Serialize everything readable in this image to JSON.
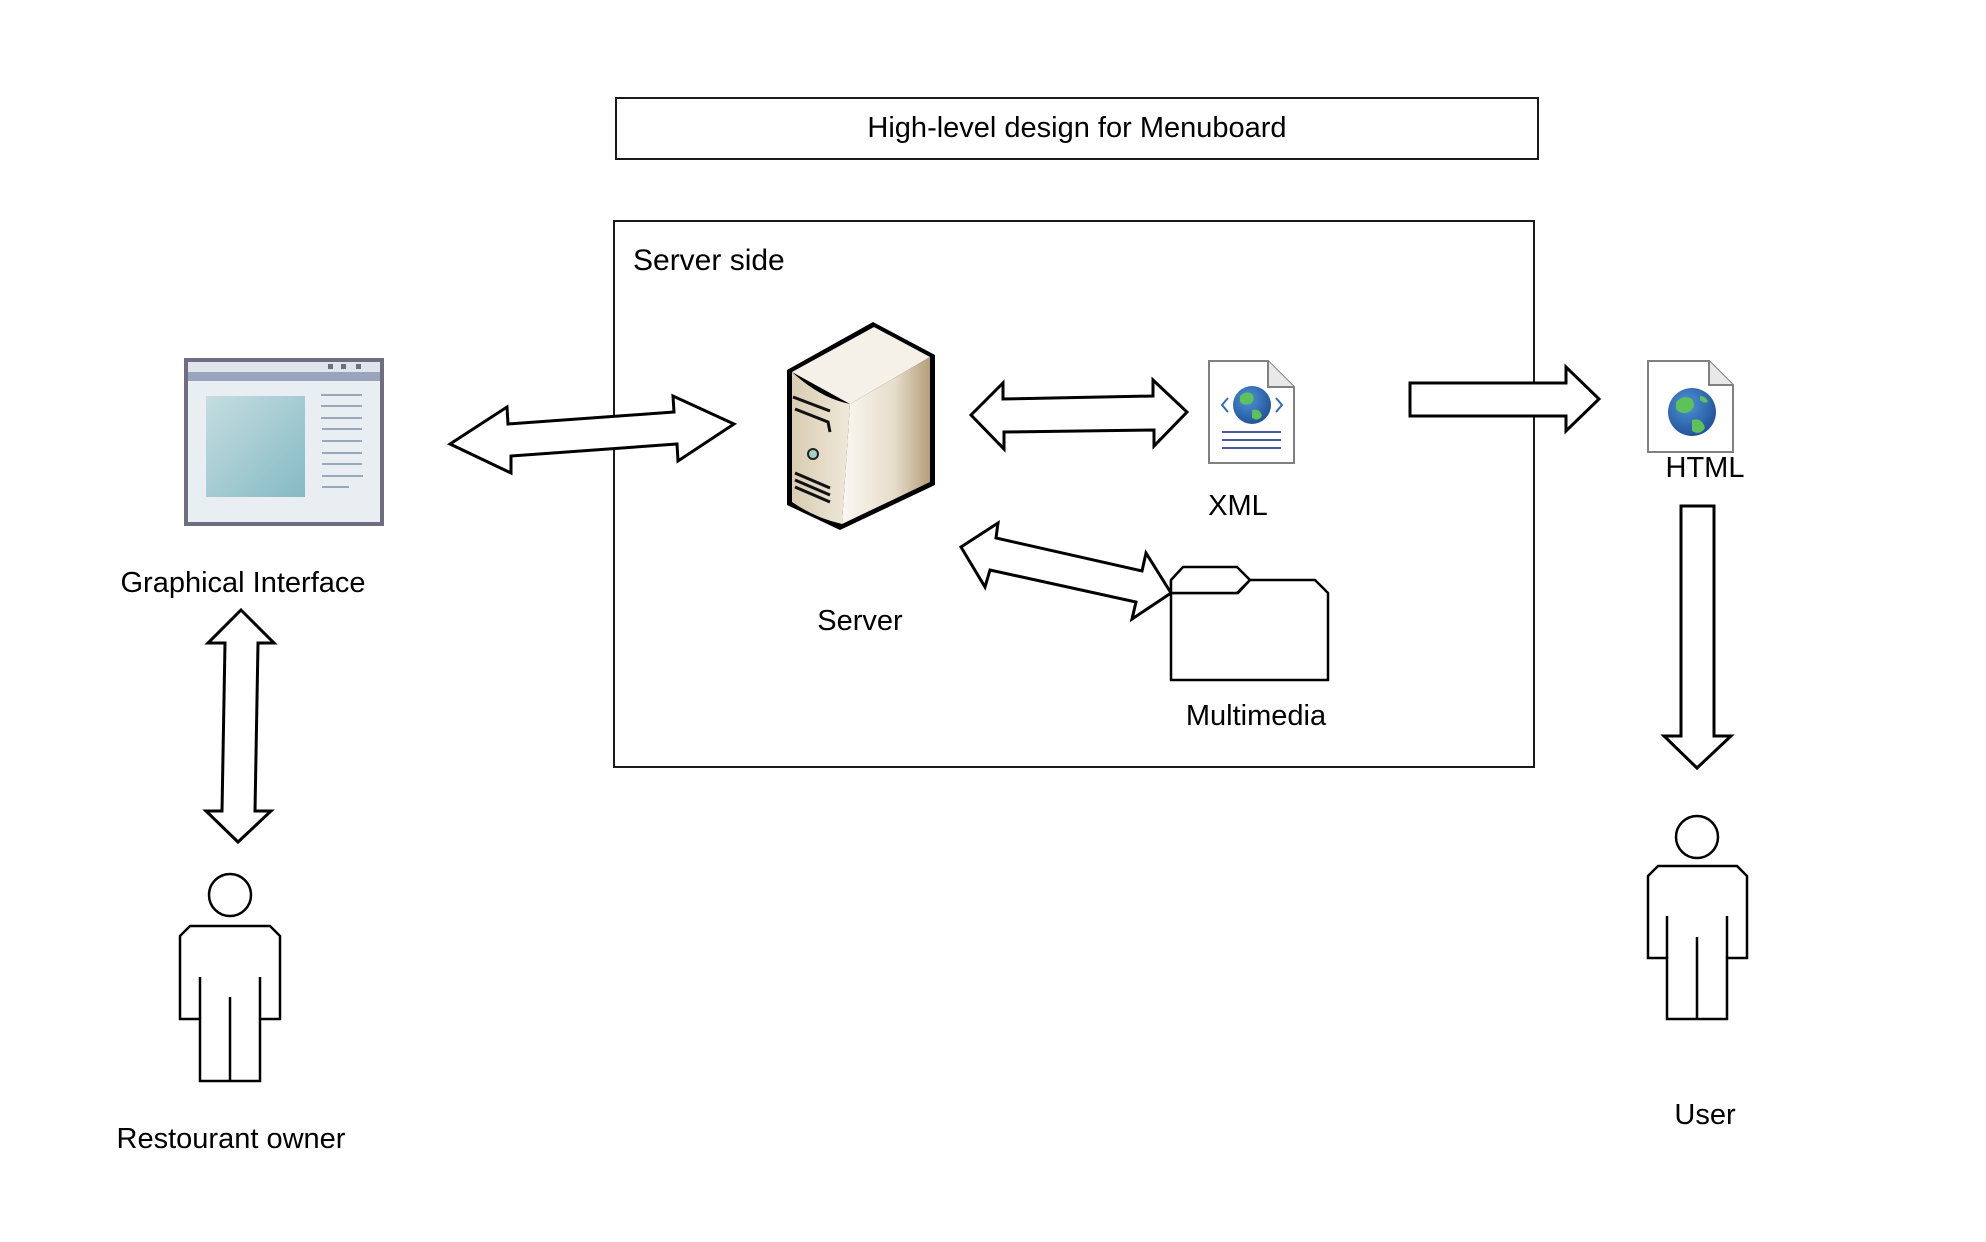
{
  "title": "High-level design for Menuboard",
  "server_side": {
    "label": "Server side",
    "components": {
      "server": "Server",
      "xml": "XML",
      "multimedia": "Multimedia"
    }
  },
  "outside": {
    "graphical_interface": "Graphical Interface",
    "html": "HTML",
    "restaurant_owner": "Restourant owner",
    "user": "User"
  },
  "icons": {
    "window": "window-icon",
    "server": "server-tower-icon",
    "xml_doc": "xml-document-icon",
    "html_doc": "html-document-icon",
    "folder": "folder-icon",
    "person": "person-icon"
  },
  "connections": [
    {
      "from": "Graphical Interface",
      "to": "Server",
      "type": "bidirectional"
    },
    {
      "from": "Server",
      "to": "XML",
      "type": "bidirectional"
    },
    {
      "from": "Server",
      "to": "Multimedia",
      "type": "bidirectional"
    },
    {
      "from": "XML",
      "to": "HTML",
      "type": "unidirectional"
    },
    {
      "from": "HTML",
      "to": "User",
      "type": "unidirectional"
    },
    {
      "from": "Restourant owner",
      "to": "Graphical Interface",
      "type": "bidirectional"
    }
  ],
  "colors": {
    "stroke": "#000000",
    "window_frame": "#6f6e80",
    "window_titlebar": "#98a5bd",
    "window_pane": "#8fc1ca",
    "server_body": "#e6dccb",
    "globe_ocean": "#2e6db8",
    "globe_land": "#5fc15a",
    "doc_lines": "#4a5a9a"
  }
}
